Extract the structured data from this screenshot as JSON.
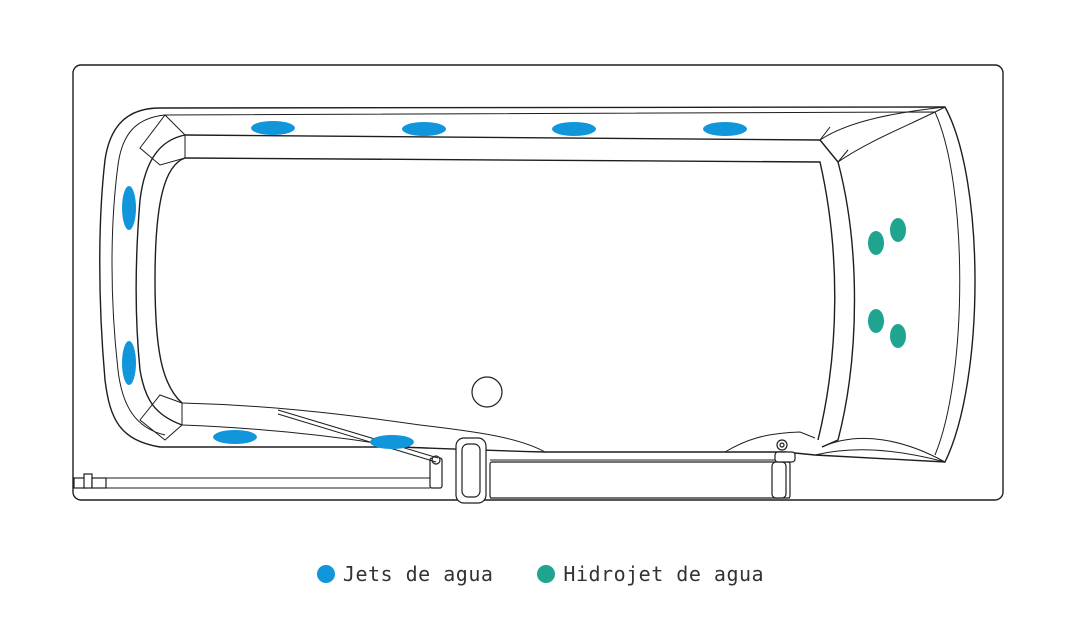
{
  "colors": {
    "jet": "#1296db",
    "hidrojet": "#1fa58f",
    "line": "#1e1e1e"
  },
  "legend": [
    {
      "label": "Jets de agua",
      "color_key": "jet"
    },
    {
      "label": "Hidrojet de agua",
      "color_key": "hidrojet"
    }
  ],
  "icons": {
    "jet_marker": "blue-ellipse",
    "hidrojet_marker": "teal-ellipse",
    "drain": "circle"
  }
}
